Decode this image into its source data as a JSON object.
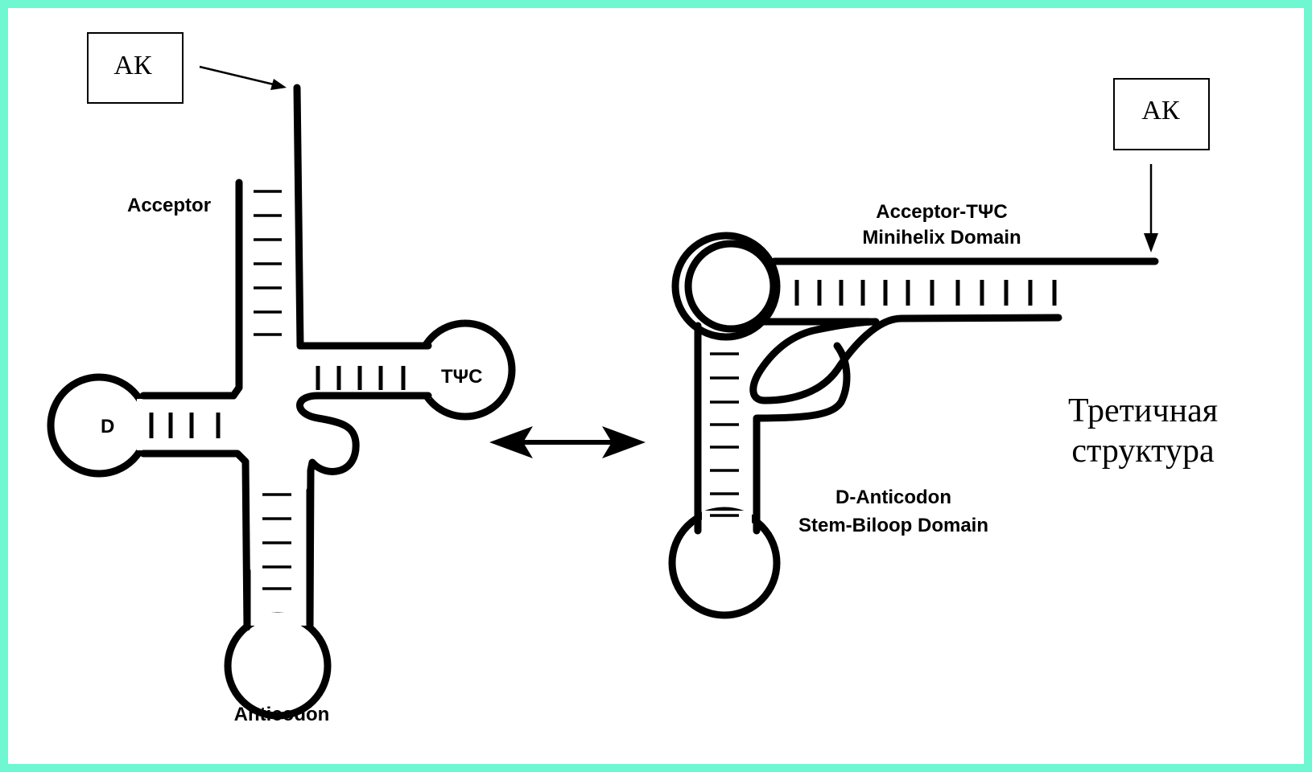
{
  "cloverleaf": {
    "amino_acid_label": "АК",
    "acceptor_label": "Acceptor",
    "tpsic_label": "TΨC",
    "d_label": "D",
    "anticodon_label": "Anticodon"
  },
  "tertiary": {
    "amino_acid_label": "АК",
    "minihelix_label_line1": "Acceptor-TΨC",
    "minihelix_label_line2": "Minihelix Domain",
    "d_anticodon_label_line1": "D-Anticodon",
    "d_anticodon_label_line2": "Stem-Biloop Domain",
    "caption_line1": "Третичная",
    "caption_line2": "структура"
  },
  "colors": {
    "frame_border": "#6ff7d2",
    "ink": "#000000",
    "paper": "#ffffff"
  }
}
